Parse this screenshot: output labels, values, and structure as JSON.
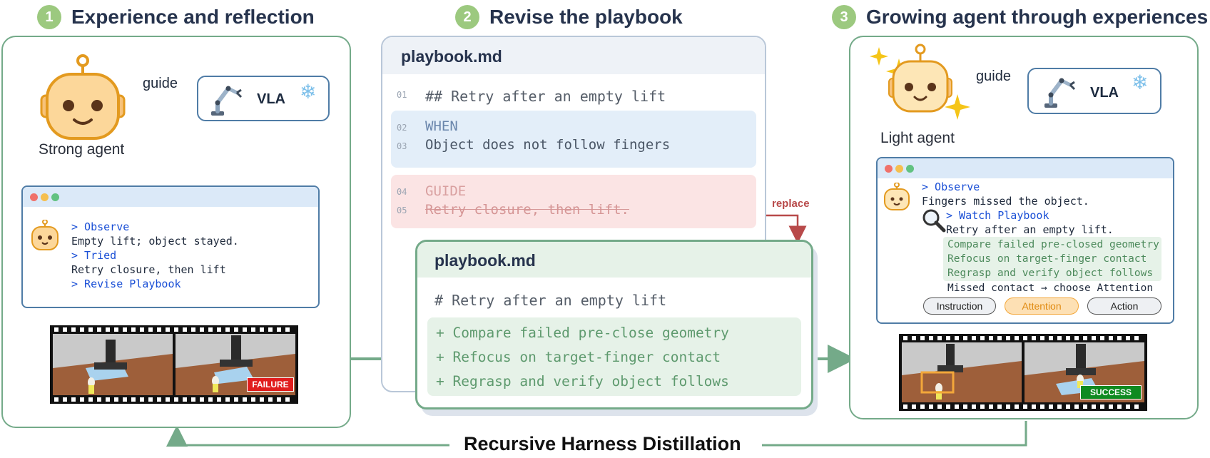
{
  "steps": [
    {
      "number": "1",
      "title": "Experience and reflection"
    },
    {
      "number": "2",
      "title": "Revise the playbook"
    },
    {
      "number": "3",
      "title": "Growing agent through experiences"
    }
  ],
  "left": {
    "guide_label": "guide",
    "agent_label": "Strong agent",
    "vla_label": "VLA",
    "log": [
      "> Observe",
      "Empty lift; object stayed.",
      "> Tried",
      "Retry closure, then lift",
      "> Revise Playbook"
    ],
    "failure_badge": "FAILURE"
  },
  "middle": {
    "old_file": "playbook.md",
    "old_lines": [
      {
        "num": "01",
        "text": "## Retry after an empty lift"
      },
      {
        "num": "02",
        "text": "WHEN"
      },
      {
        "num": "03",
        "text": "Object does not follow fingers"
      },
      {
        "num": "04",
        "text": "GUIDE"
      },
      {
        "num": "05",
        "text": "Retry closure, then lift."
      }
    ],
    "replace_label": "replace",
    "new_file": "playbook.md",
    "new_heading": "# Retry after an empty lift",
    "new_lines": [
      "+ Compare failed pre-close geometry",
      "+ Refocus on target-finger contact",
      "+ Regrasp and verify object follows"
    ]
  },
  "right": {
    "guide_label": "guide",
    "agent_label": "Light agent",
    "vla_label": "VLA",
    "log": [
      "> Observe",
      "Fingers missed the object.",
      "> Watch Playbook",
      "Retry after an empty lift."
    ],
    "highlight": [
      "Compare failed pre-closed geometry",
      "Refocus on target-finger contact",
      "Regrasp and verify object follows"
    ],
    "choose_line": "Missed contact → choose Attention",
    "buttons": [
      "Instruction",
      "Attention",
      "Action"
    ],
    "success_badge": "SUCCESS"
  },
  "loop_label": "Recursive Harness Distillation",
  "colors": {
    "panel_green": "#74aa89",
    "accent_blue": "#4f7ca6",
    "failure_red": "#e11d1d",
    "success_green": "#0e8a20",
    "attention_orange": "#f3a73a",
    "replace_red": "#b84a4a"
  }
}
